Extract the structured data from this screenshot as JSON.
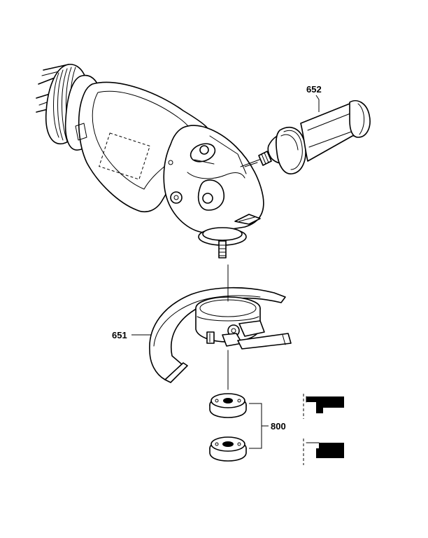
{
  "parts": [
    {
      "id": "handle",
      "label": "652"
    },
    {
      "id": "guard",
      "label": "651"
    },
    {
      "id": "flange-set",
      "label": "800"
    }
  ]
}
